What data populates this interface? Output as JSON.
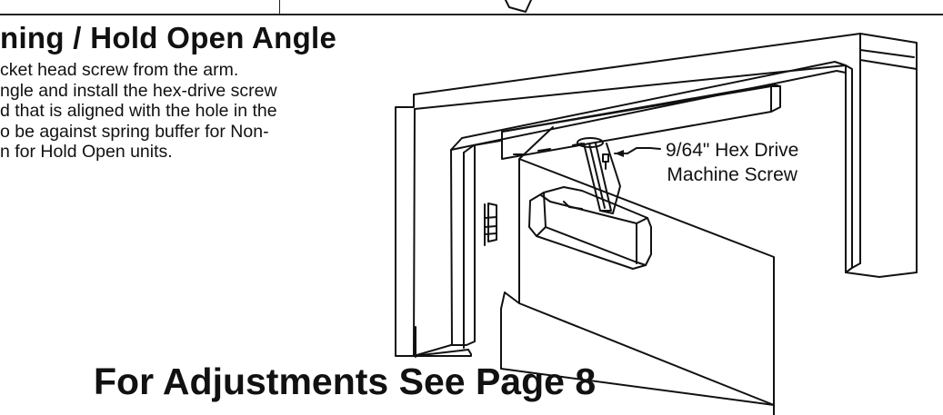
{
  "page": {
    "title": "ning / Hold Open Angle",
    "body_lines": [
      "cket head screw from the arm.",
      "ngle and install the hex-drive screw",
      "d that is aligned with the hole in the",
      "o be against spring buffer for Non-",
      "n for Hold Open units."
    ],
    "footer": "For Adjustments See Page 8"
  },
  "figure": {
    "callout_line1": "9/64\" Hex Drive",
    "callout_line2": "Machine Screw",
    "line_color": "#111111"
  }
}
